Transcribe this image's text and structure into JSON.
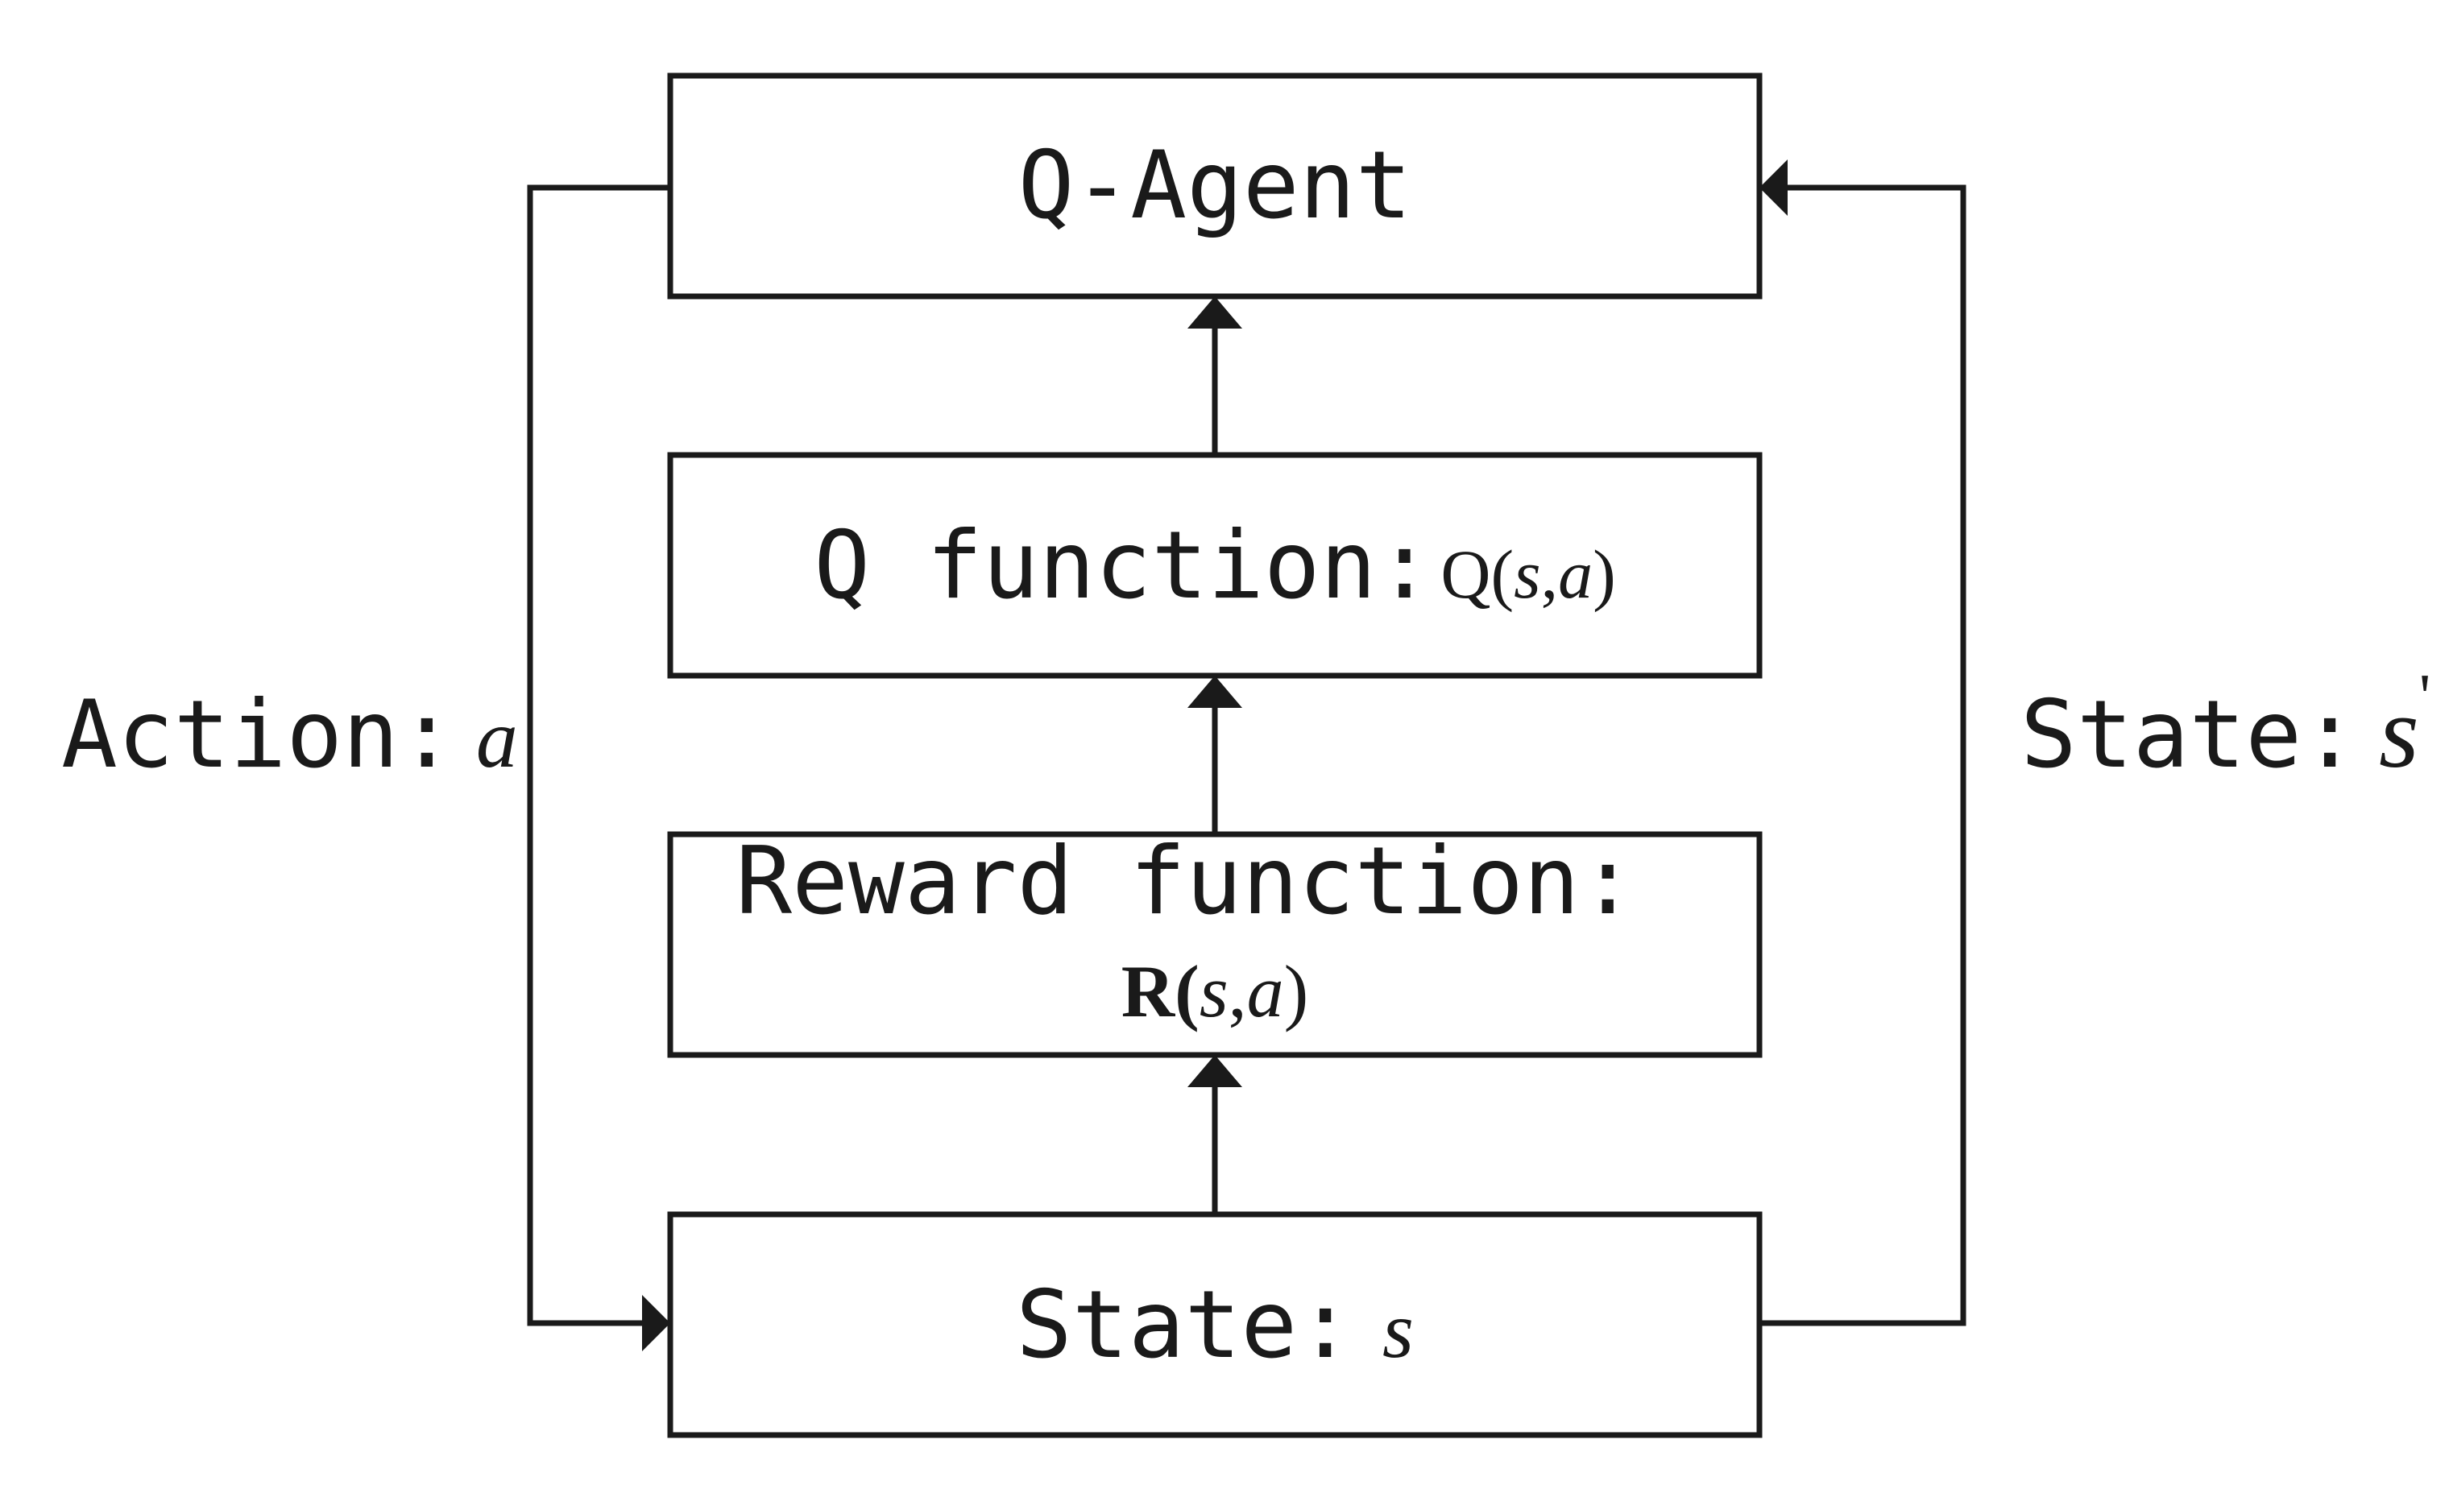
{
  "nodes": {
    "agent": {
      "label": "Q-Agent"
    },
    "q_function": {
      "label": "Q function:",
      "formula_head": "Q(",
      "s": "s",
      "comma": ",",
      "a": "a",
      "close": ")"
    },
    "reward_function": {
      "label": "Reward function:",
      "formula_head": "R(",
      "s": "s",
      "comma": ",",
      "a": "a",
      "close": ")"
    },
    "state": {
      "label": "State:",
      "var": "s"
    }
  },
  "edges": {
    "action": {
      "label": "Action:",
      "var": "a"
    },
    "next_state": {
      "label": "State:",
      "var": "s",
      "prime": "'"
    }
  },
  "colors": {
    "stroke": "#1a1a1a",
    "background": "#ffffff"
  }
}
